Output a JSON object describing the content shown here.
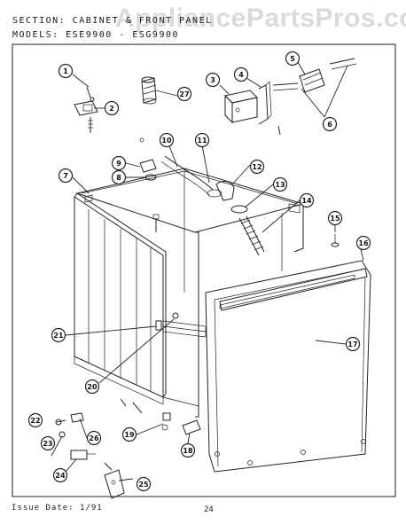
{
  "header": {
    "line1": "SECTION: CABINET & FRONT PANEL",
    "line2": "MODELS: ESE9900 - ESG9900"
  },
  "watermark": "AppliancePartsPros.com",
  "footer": {
    "issue_date": "Issue Date: 1/91",
    "page_number": "24"
  },
  "callouts": [
    "1",
    "2",
    "3",
    "4",
    "5",
    "6",
    "7",
    "8",
    "9",
    "10",
    "11",
    "12",
    "13",
    "14",
    "15",
    "16",
    "17",
    "18",
    "19",
    "20",
    "21",
    "22",
    "23",
    "24",
    "25",
    "26",
    "27"
  ]
}
